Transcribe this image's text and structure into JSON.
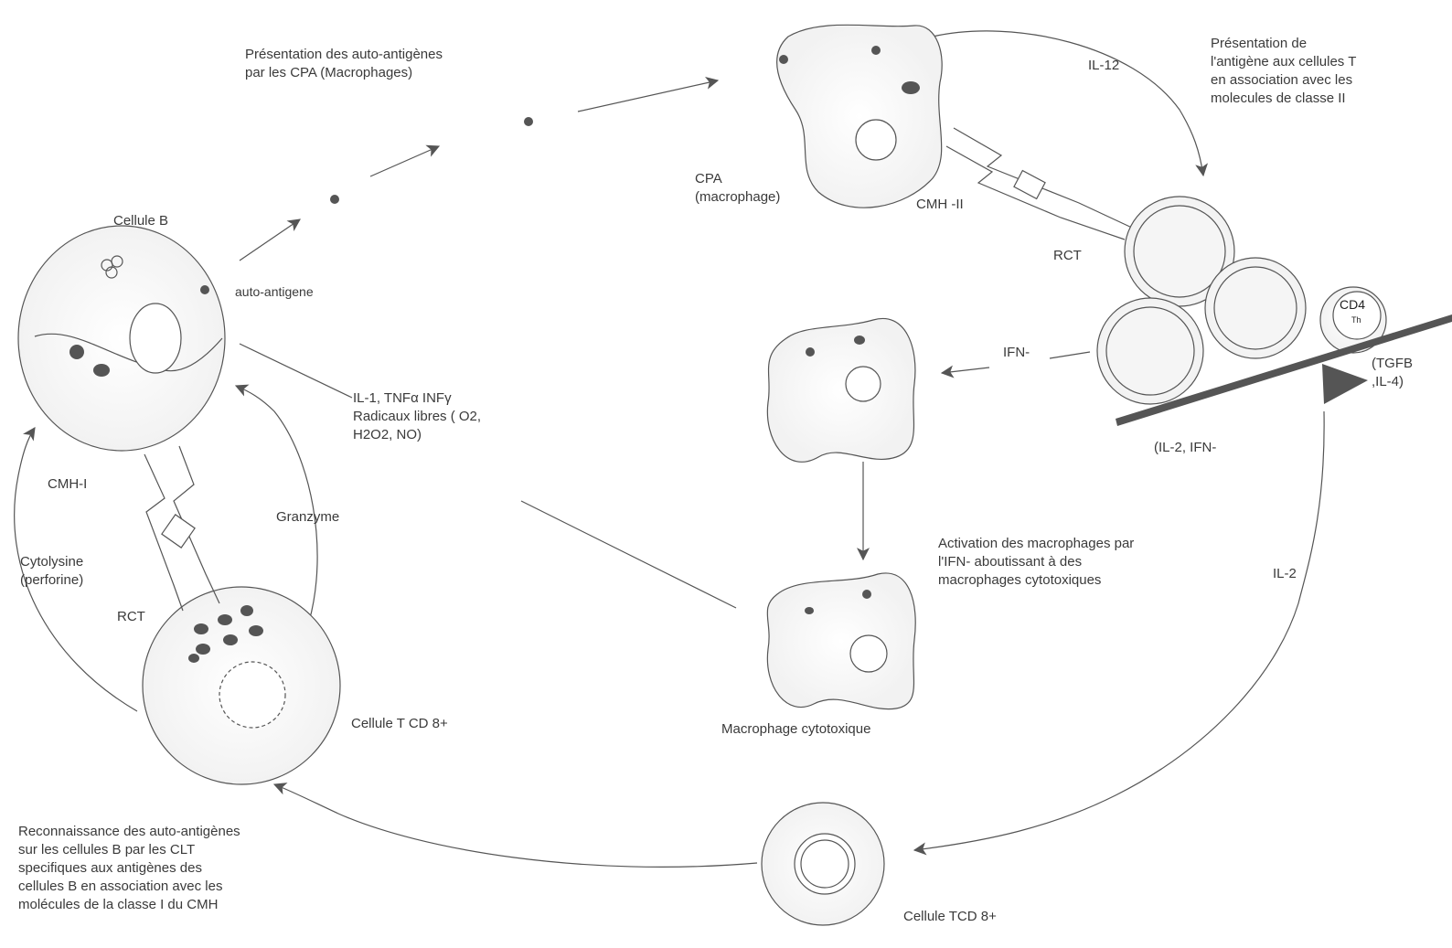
{
  "labels": {
    "presentation_cpa": "Présentation des auto-antigènes\npar les CPA  (Macrophages)",
    "presentation_t": "Présentation de\nl'antigène aux cellules T\nen association avec les\nmolecules de classe II",
    "il12": "IL-12",
    "cpa": "CPA\n(macrophage)",
    "cmh2": "CMH -II",
    "rct_top": "RCT",
    "cellule_b": "Cellule B",
    "auto_antigene": "auto-antigene",
    "cytokines": "IL-1,   TNFα    INFγ\nRadicaux libres ( O2,\nH2O2, NO)",
    "ifn": "IFN-",
    "cd4": "CD4",
    "cd4_sub": "Th",
    "tgfb": "(TGFB\n,IL-4)",
    "il2_ifn": "(IL-2, IFN-",
    "cmh1": "CMH-I",
    "granzyme": "Granzyme",
    "cytolysine": "Cytolysine\n(perforine)",
    "rct_left": "RCT",
    "activation": "Activation des macrophages par\nl'IFN-   aboutissant  à des\nmacrophages cytotoxiques",
    "il2": "IL-2",
    "cellule_tcd8_left": "Cellule T CD 8+",
    "macrophage_cyto": "Macrophage cytotoxique",
    "reconnaissance": "Reconnaissance des auto-antigènes\nsur les cellules B par les CLT\nspecifiques aux antigènes des\ncellules B en association avec les\nmolécules de la classe I du CMH",
    "cellule_tcd8_bottom": "Cellule TCD 8+"
  }
}
